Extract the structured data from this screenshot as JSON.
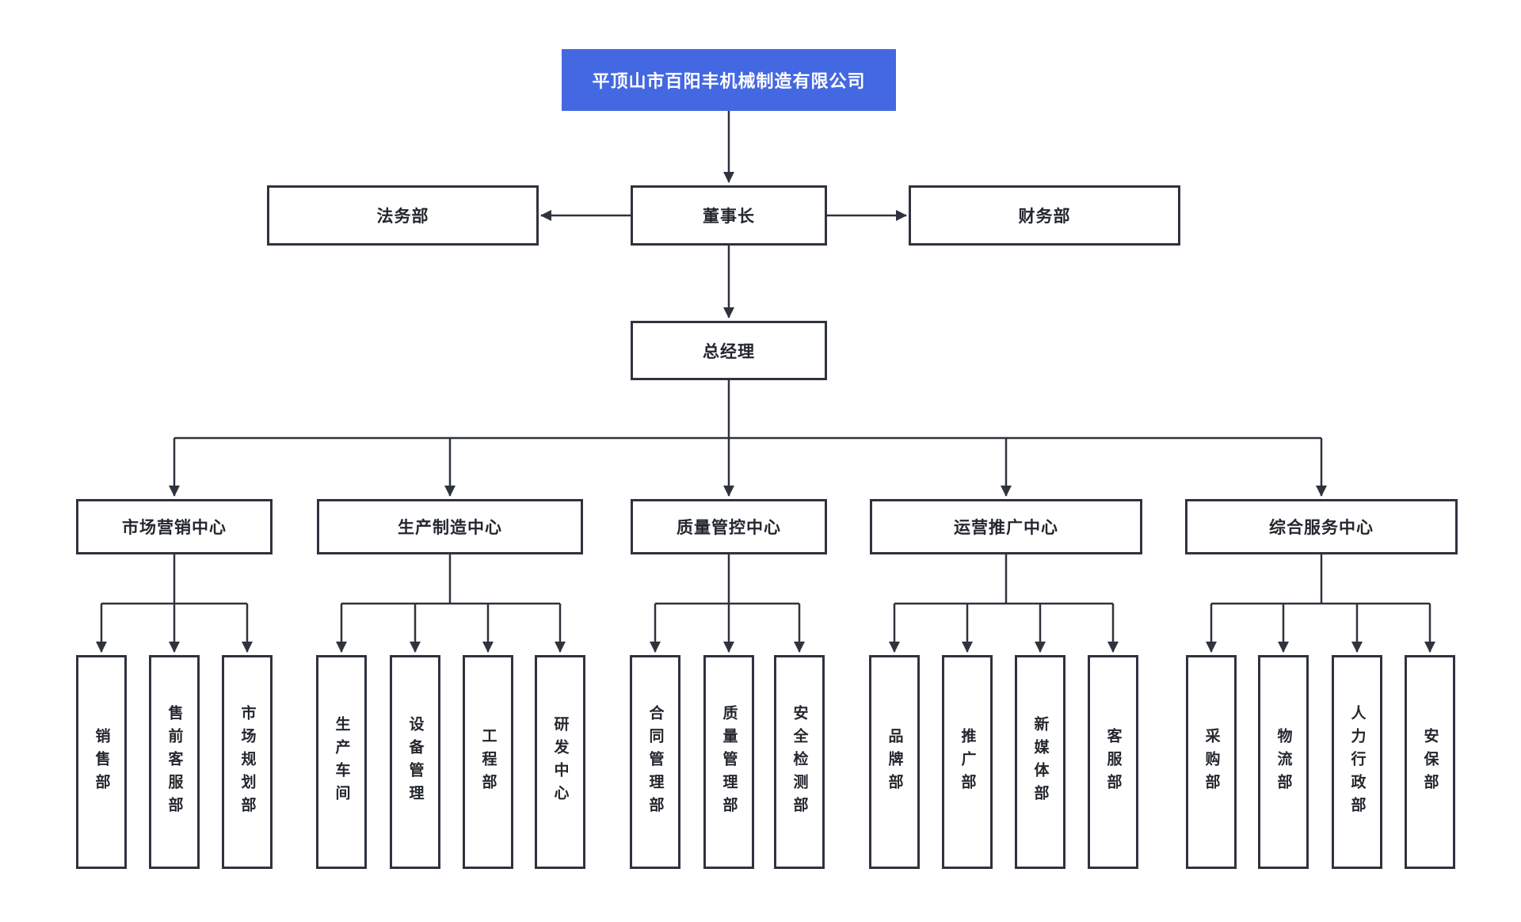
{
  "company": {
    "name": "平顶山市百阳丰机械制造有限公司"
  },
  "executives": {
    "legal": "法务部",
    "chairman": "董事长",
    "finance": "财务部",
    "general_manager": "总经理"
  },
  "centers": [
    {
      "label": "市场营销中心",
      "departments": [
        "销售部",
        "售前客服部",
        "市场规划部"
      ]
    },
    {
      "label": "生产制造中心",
      "departments": [
        "生产车间",
        "设备管理",
        "工程部",
        "研发中心"
      ]
    },
    {
      "label": "质量管控中心",
      "departments": [
        "合同管理部",
        "质量管理部",
        "安全检测部"
      ]
    },
    {
      "label": "运营推广中心",
      "departments": [
        "品牌部",
        "推广部",
        "新媒体部",
        "客服部"
      ]
    },
    {
      "label": "综合服务中心",
      "departments": [
        "采购部",
        "物流部",
        "人力行政部",
        "安保部"
      ]
    }
  ],
  "colors": {
    "root_background": "#4468e1",
    "root_text": "#ffffff",
    "line": "#2e333d",
    "box_border": "#2e333d",
    "box_background": "#ffffff",
    "box_text": "#23272e"
  }
}
